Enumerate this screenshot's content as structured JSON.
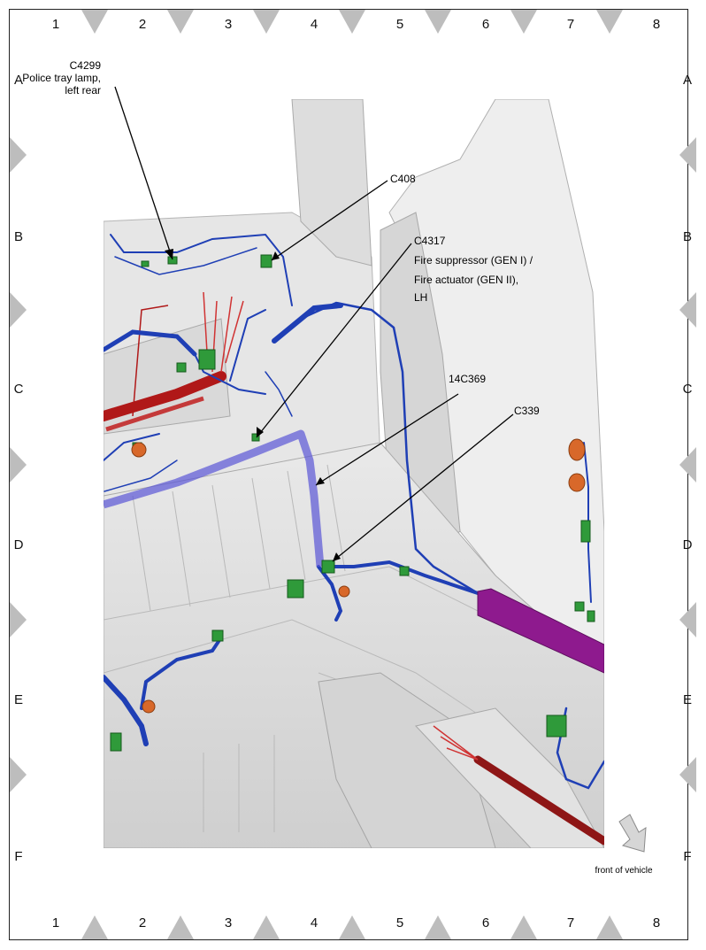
{
  "grid": {
    "columns": [
      "1",
      "2",
      "3",
      "4",
      "5",
      "6",
      "7",
      "8"
    ],
    "rows": [
      "A",
      "B",
      "C",
      "D",
      "E",
      "F"
    ]
  },
  "callouts": [
    {
      "id": "c4299",
      "lines": [
        "C4299",
        "Police tray lamp,",
        "left rear"
      ]
    },
    {
      "id": "c408",
      "lines": [
        "C408"
      ]
    },
    {
      "id": "c4317",
      "lines": [
        "C4317",
        "Fire suppressor (GEN I) /",
        "Fire actuator (GEN II),",
        "LH"
      ]
    },
    {
      "id": "14c369",
      "lines": [
        "14C369"
      ]
    },
    {
      "id": "c339",
      "lines": [
        "C339"
      ]
    }
  ],
  "direction_label": "front of vehicle",
  "icons": {
    "direction": "arrow-down-right-icon"
  },
  "colors": {
    "harness_blue": "#1f3fb5",
    "harness_red": "#b01818",
    "purple_bar": "#8e1a8e",
    "connector_green": "#2f9a3a",
    "connector_orange": "#d8682a"
  }
}
